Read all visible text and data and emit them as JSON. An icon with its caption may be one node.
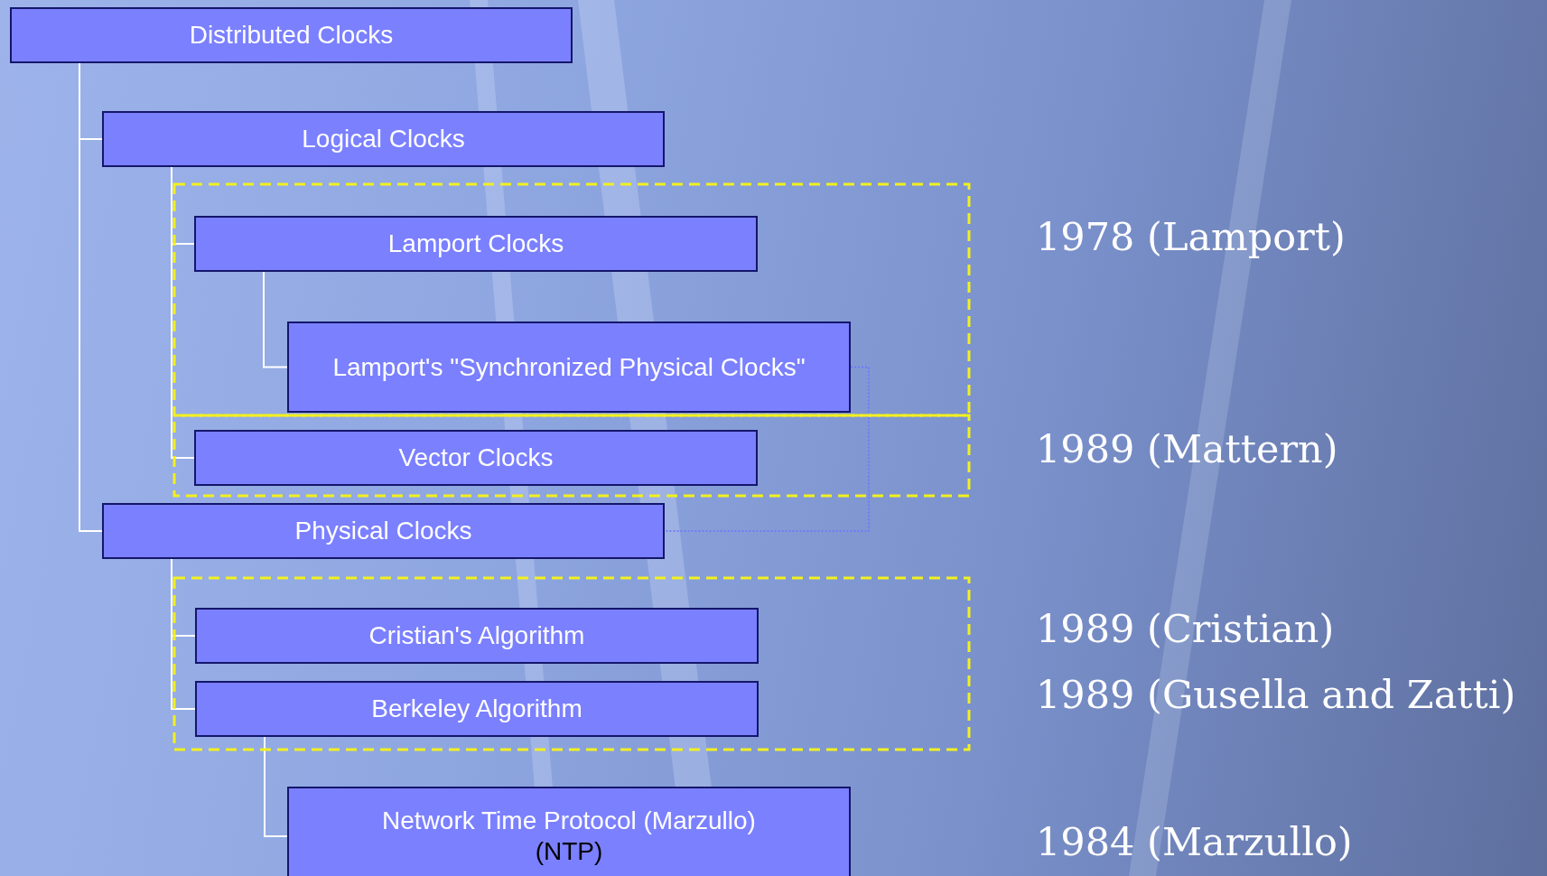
{
  "diagram": {
    "nodes": [
      {
        "text": [
          "Distributed Clocks"
        ]
      },
      {
        "text": [
          "Logical Clocks"
        ]
      },
      {
        "text": [
          "Lamport Clocks"
        ]
      },
      {
        "text": [
          "Lamport's \"Synchronized Physical Clocks\""
        ]
      },
      {
        "text": [
          "Vector Clocks"
        ]
      },
      {
        "text": [
          "Physical Clocks"
        ]
      },
      {
        "text": [
          "Cristian's Algorithm"
        ]
      },
      {
        "text": [
          "Berkeley Algorithm"
        ]
      },
      {
        "text": [
          "Network Time Protocol (Marzullo)",
          "(NTP)"
        ]
      }
    ],
    "edges": [
      {
        "from": 0,
        "to": 1,
        "arrow": "none"
      },
      {
        "from": 0,
        "to": 5,
        "arrow": "none"
      },
      {
        "from": 1,
        "to": 2,
        "arrow": "none"
      },
      {
        "from": 1,
        "to": 4,
        "arrow": "none"
      },
      {
        "from": 2,
        "to": 3,
        "arrow": "none"
      },
      {
        "from": 5,
        "to": 6,
        "arrow": "none"
      },
      {
        "from": 5,
        "to": 7,
        "arrow": "none"
      },
      {
        "from": 7,
        "to": 8,
        "arrow": "none"
      },
      {
        "from": 3,
        "to": 5,
        "arrow": "none",
        "style": "dashed",
        "color": "#6a72ff"
      }
    ],
    "labels": [
      "1978 (Lamport)",
      "1989 (Mattern)",
      "1989 (Cristian)",
      "1989 (Gusella and Zatti)",
      "1984 (Marzullo)"
    ]
  }
}
